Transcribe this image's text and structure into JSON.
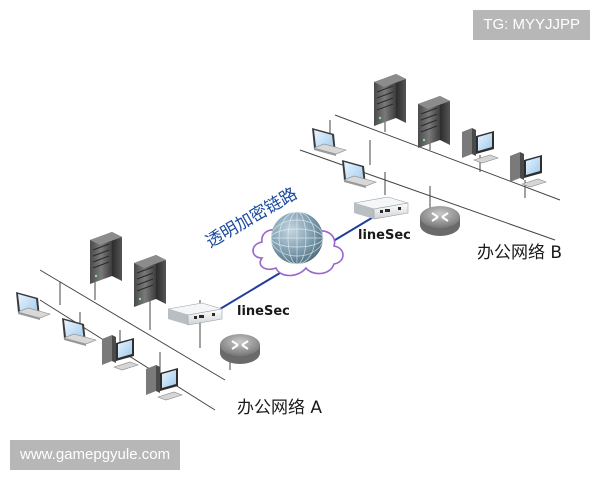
{
  "watermark_top": "TG: MYYJJPP",
  "watermark_bottom": "www.gamepgyule.com",
  "labels": {
    "tunnel": "透明加密链路",
    "device": "lineSec",
    "office_a": "办公网络 A",
    "office_b": "办公网络 B"
  },
  "colors": {
    "tunnel_text": "#1a4aa0",
    "link_line": "#1f3f9c",
    "cloud_outline": "#9966cc",
    "globe": "#7f9eb0",
    "lan_line": "#444444",
    "badge_bg": "#b7b7b7"
  },
  "icons": [
    "server-icon",
    "laptop-icon",
    "workstation-icon",
    "router-icon",
    "encryptor-device-icon",
    "globe-icon",
    "cloud-icon"
  ]
}
